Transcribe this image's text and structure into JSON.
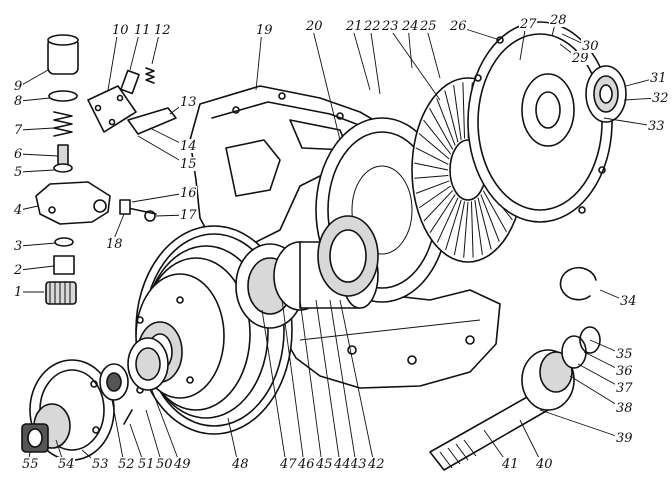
{
  "labels": [
    {
      "id": "1",
      "text": "1"
    },
    {
      "id": "2",
      "text": "2"
    },
    {
      "id": "3",
      "text": "3"
    },
    {
      "id": "4",
      "text": "4"
    },
    {
      "id": "5",
      "text": "5"
    },
    {
      "id": "6",
      "text": "6"
    },
    {
      "id": "7",
      "text": "7"
    },
    {
      "id": "8",
      "text": "8"
    },
    {
      "id": "9",
      "text": "9"
    },
    {
      "id": "10",
      "text": "10"
    },
    {
      "id": "11",
      "text": "11"
    },
    {
      "id": "12",
      "text": "12"
    },
    {
      "id": "13",
      "text": "13"
    },
    {
      "id": "14",
      "text": "14"
    },
    {
      "id": "15",
      "text": "15"
    },
    {
      "id": "16",
      "text": "16"
    },
    {
      "id": "17",
      "text": "17"
    },
    {
      "id": "18",
      "text": "18"
    },
    {
      "id": "19",
      "text": "19"
    },
    {
      "id": "20",
      "text": "20"
    },
    {
      "id": "21",
      "text": "21"
    },
    {
      "id": "22",
      "text": "22"
    },
    {
      "id": "23",
      "text": "23"
    },
    {
      "id": "24",
      "text": "24"
    },
    {
      "id": "25",
      "text": "25"
    },
    {
      "id": "26",
      "text": "26"
    },
    {
      "id": "27",
      "text": "27"
    },
    {
      "id": "28",
      "text": "28"
    },
    {
      "id": "29",
      "text": "29"
    },
    {
      "id": "30",
      "text": "30"
    },
    {
      "id": "31",
      "text": "31"
    },
    {
      "id": "32",
      "text": "32"
    },
    {
      "id": "33",
      "text": "33"
    },
    {
      "id": "34",
      "text": "34"
    },
    {
      "id": "35",
      "text": "35"
    },
    {
      "id": "36",
      "text": "36"
    },
    {
      "id": "37",
      "text": "37"
    },
    {
      "id": "38",
      "text": "38"
    },
    {
      "id": "39",
      "text": "39"
    },
    {
      "id": "40",
      "text": "40"
    },
    {
      "id": "41",
      "text": "41"
    },
    {
      "id": "42",
      "text": "42"
    },
    {
      "id": "43",
      "text": "43"
    },
    {
      "id": "44",
      "text": "44"
    },
    {
      "id": "45",
      "text": "45"
    },
    {
      "id": "46",
      "text": "46"
    },
    {
      "id": "47",
      "text": "47"
    },
    {
      "id": "48",
      "text": "48"
    },
    {
      "id": "49",
      "text": "49"
    },
    {
      "id": "50",
      "text": "50"
    },
    {
      "id": "51",
      "text": "51"
    },
    {
      "id": "52",
      "text": "52"
    },
    {
      "id": "53",
      "text": "53"
    },
    {
      "id": "54",
      "text": "54"
    },
    {
      "id": "55",
      "text": "55"
    }
  ]
}
